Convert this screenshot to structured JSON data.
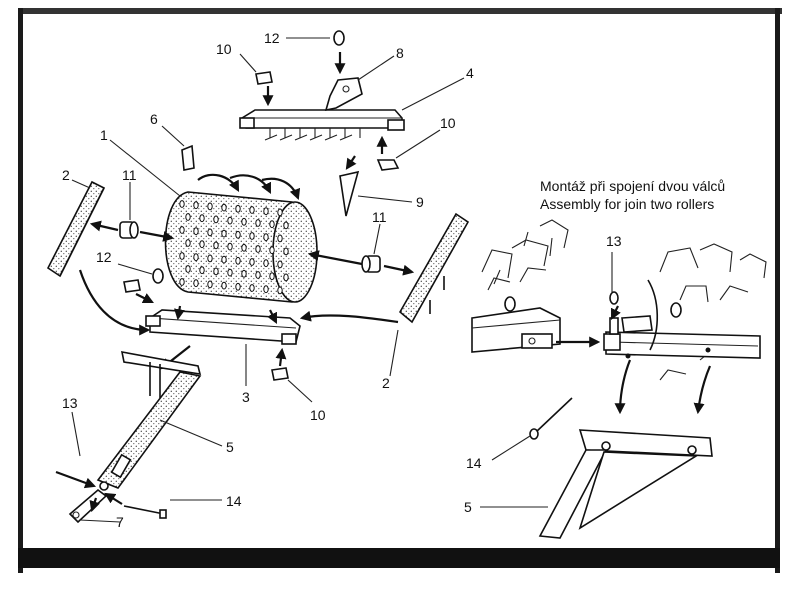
{
  "caption": {
    "line1": "Montáž při spojení dvou válců",
    "line2": "Assembly for join two rollers"
  },
  "labels": {
    "l1": "1",
    "l2a": "2",
    "l2b": "2",
    "l3": "3",
    "l4": "4",
    "l5a": "5",
    "l5b": "5",
    "l6": "6",
    "l7": "7",
    "l8": "8",
    "l9": "9",
    "l10a": "10",
    "l10b": "10",
    "l10c": "10",
    "l11a": "11",
    "l11b": "11",
    "l12a": "12",
    "l12b": "12",
    "l13a": "13",
    "l13b": "13",
    "l14a": "14",
    "l14b": "14"
  },
  "colors": {
    "ink": "#111111",
    "paper": "#ffffff",
    "frame": "#1a1a1a"
  }
}
